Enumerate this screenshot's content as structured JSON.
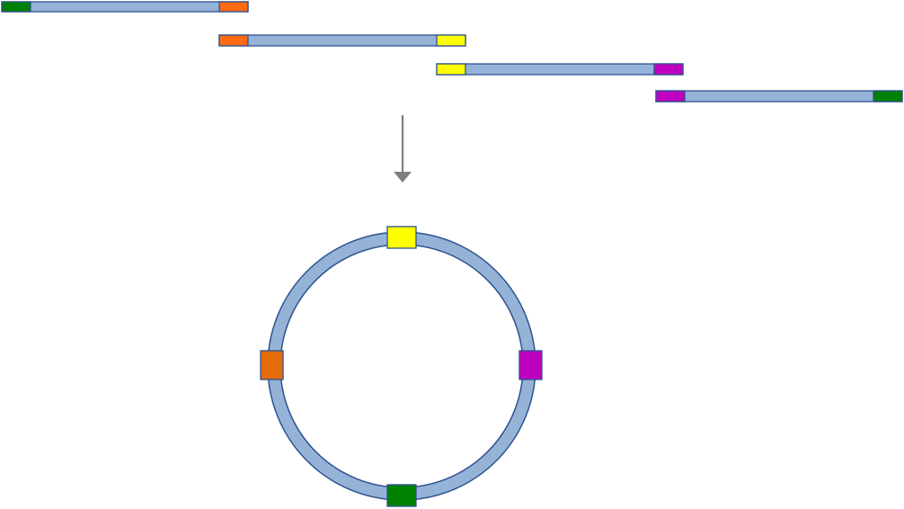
{
  "colors": {
    "backbone_fill": "#95b3d7",
    "stroke": "#2f528f",
    "arrow": "#7f7f7f",
    "green": "#008000",
    "orange": "#e46c0a",
    "orange_bright": "#ff6a13",
    "yellow": "#ffff00",
    "magenta": "#c000c0",
    "background": "#ffffff"
  },
  "fragments": [
    {
      "id": "fragment-1",
      "left_end": "green",
      "right_end": "orange"
    },
    {
      "id": "fragment-2",
      "left_end": "orange",
      "right_end": "yellow"
    },
    {
      "id": "fragment-3",
      "left_end": "yellow",
      "right_end": "magenta"
    },
    {
      "id": "fragment-4",
      "left_end": "magenta",
      "right_end": "green"
    }
  ],
  "assembly": {
    "shape": "circular",
    "junctions": [
      "yellow",
      "magenta",
      "green",
      "orange"
    ]
  }
}
